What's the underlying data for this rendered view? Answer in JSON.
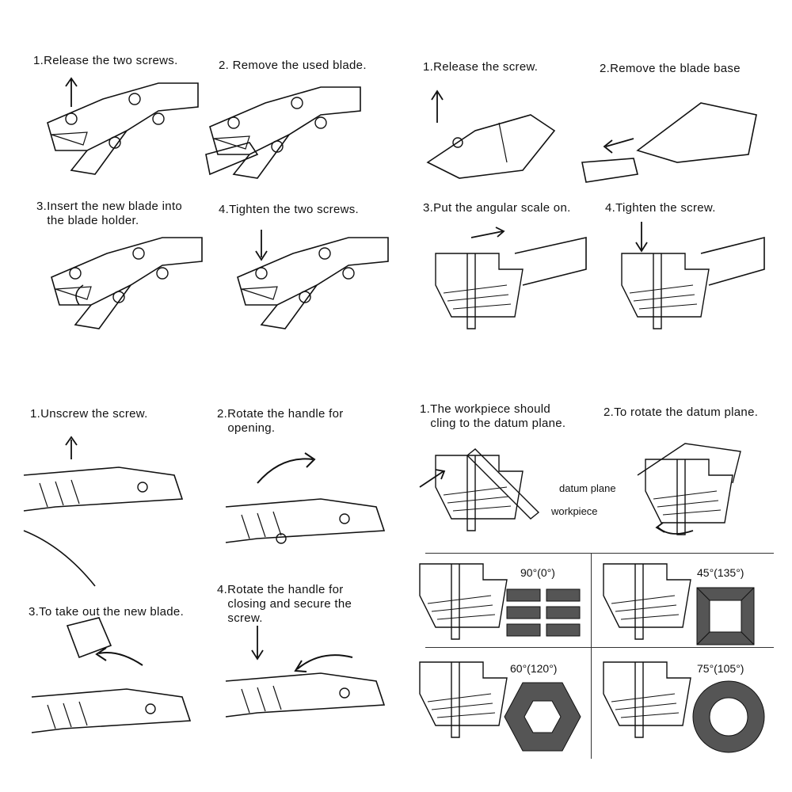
{
  "quadrant_top_left": {
    "step1": "1.Release the two screws.",
    "step2": "2. Remove the used blade.",
    "step3": "3.Insert the new blade into\n   the blade holder.",
    "step4": "4.Tighten the two screws."
  },
  "quadrant_top_right": {
    "step1": "1.Release the screw.",
    "step2": "2.Remove the blade base",
    "step3": "3.Put the angular scale on.",
    "step4": "4.Tighten the screw."
  },
  "quadrant_bottom_left": {
    "step1": "1.Unscrew the screw.",
    "step2": "2.Rotate the handle for\n   opening.",
    "step3": "3.To take out the new blade.",
    "step4": "4.Rotate the handle for\n   closing and secure the\n   screw."
  },
  "quadrant_bottom_right": {
    "step1": "1.The workpiece should\n   cling to the datum plane.",
    "step2": "2.To rotate the datum plane.",
    "label_datum": "datum plane",
    "label_workpiece": "workpiece",
    "angle_90": "90°(0°)",
    "angle_45": "45°(135°)",
    "angle_60": "60°(120°)",
    "angle_75": "75°(105°)"
  },
  "colors": {
    "ink": "#111111",
    "shape_fill": "#555555",
    "paper": "#ffffff"
  }
}
